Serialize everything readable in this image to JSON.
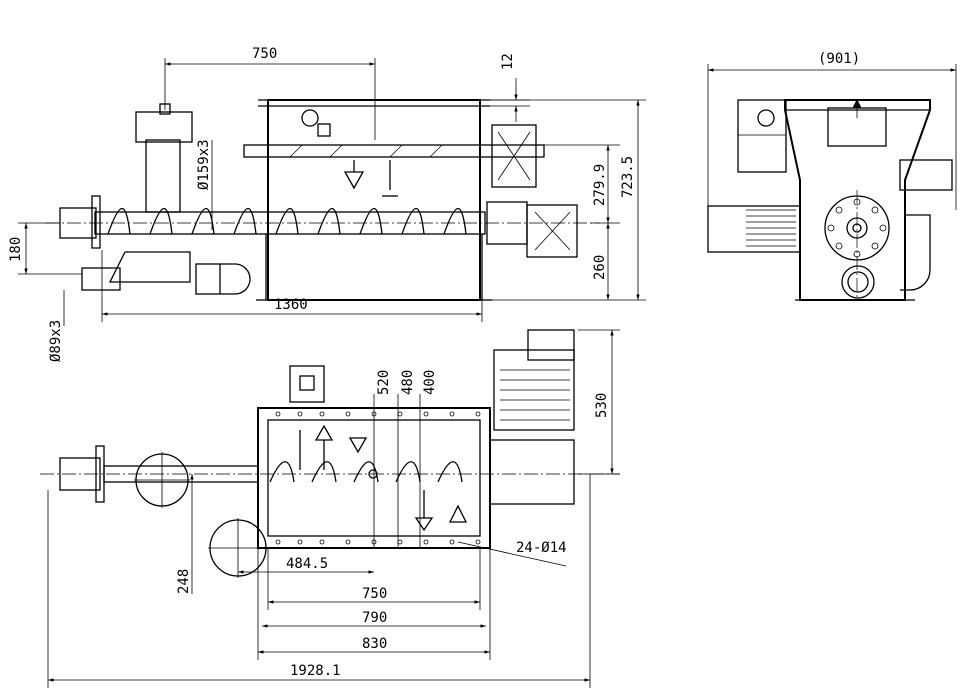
{
  "drawing": {
    "front_view": {
      "dimensions": {
        "top_length": "750",
        "top_plate": "12",
        "inlet_dia": "Ø159x3",
        "height_a": "279.9",
        "height_total": "723.5",
        "left_height": "180",
        "right_height": "260",
        "bottom_length": "1360",
        "outlet_dia": "Ø89x3"
      }
    },
    "side_view": {
      "dimensions": {
        "overall_width": "(901)"
      }
    },
    "top_view": {
      "dimensions": {
        "d520": "520",
        "d480": "480",
        "d400": "400",
        "motor_height": "530",
        "holes": "24-Ø14",
        "offset_248": "248",
        "d484": "484.5",
        "d750": "750",
        "d790": "790",
        "d830": "830",
        "total_length": "1928.1"
      }
    }
  }
}
